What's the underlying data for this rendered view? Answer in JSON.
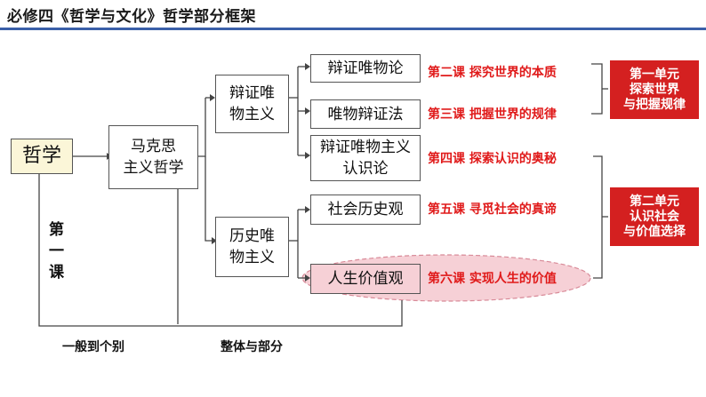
{
  "title": "必修四《哲学与文化》哲学部分框架",
  "boxes": {
    "zhexue": "哲学",
    "makesi_l1": "马克思",
    "makesi_l2": "主义哲学",
    "bianzheng_l1": "辩证唯",
    "bianzheng_l2": "物主义",
    "lishi_l1": "历史唯",
    "lishi_l2": "物主义",
    "weiwulun": "辩证唯物论",
    "bianzhengfa": "唯物辩证法",
    "renshilun_l1": "辩证唯物主义",
    "renshilun_l2": "认识论",
    "shehui": "社会历史观",
    "rensheng": "人生价值观"
  },
  "lessons": {
    "l2": "第二课 探究世界的本质",
    "l3": "第三课 把握世界的规律",
    "l4": "第四课 探索认识的奥秘",
    "l5": "第五课 寻觅社会的真谛",
    "l6": "第六课 实现人生的价值"
  },
  "units": {
    "u1_l1": "第一单元",
    "u1_l2": "探索世界",
    "u1_l3": "与把握规律",
    "u2_l1": "第二单元",
    "u2_l2": "认识社会",
    "u2_l3": "与价值选择"
  },
  "side_label": {
    "c1": "第",
    "c2": "一",
    "c3": "课"
  },
  "notes": {
    "general": "一般到个别",
    "whole": "整体与部分"
  },
  "colors": {
    "accent_red": "#e01a1a",
    "unit_bg": "#d42020",
    "title_rule": "#3a5fa8",
    "zhexue_bg": "#fbf6d8",
    "highlight_ellipse": "#f6d0d6"
  }
}
